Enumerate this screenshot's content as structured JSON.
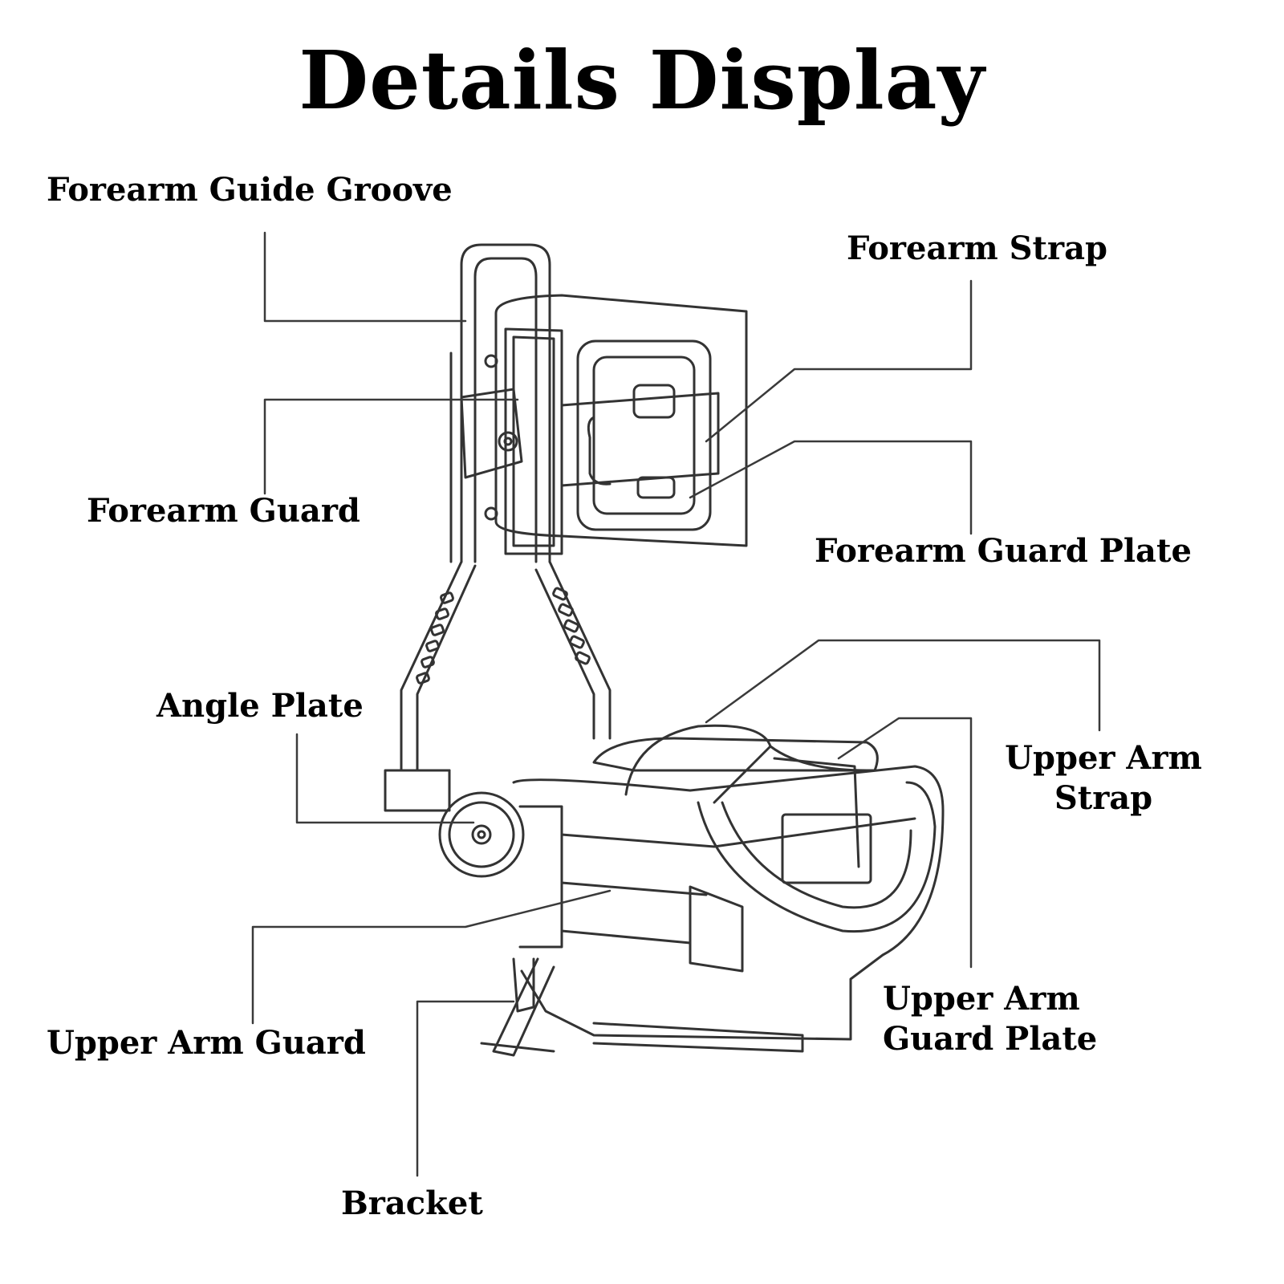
{
  "title": "Details Display",
  "labels": {
    "forearm_guide_groove": "Forearm Guide Groove",
    "forearm_strap": "Forearm Strap",
    "forearm_guard": "Forearm Guard",
    "forearm_guard_plate": "Forearm Guard Plate",
    "angle_plate": "Angle Plate",
    "upper_arm_strap_1": "Upper Arm",
    "upper_arm_strap_2": "Strap",
    "upper_arm_guard": "Upper Arm Guard",
    "upper_arm_guard_plate_1": "Upper Arm",
    "upper_arm_guard_plate_2": "Guard Plate",
    "bracket": "Bracket"
  },
  "colors": {
    "ink": "#000000",
    "line": "#3a3a3a",
    "paper": "#ffffff"
  }
}
